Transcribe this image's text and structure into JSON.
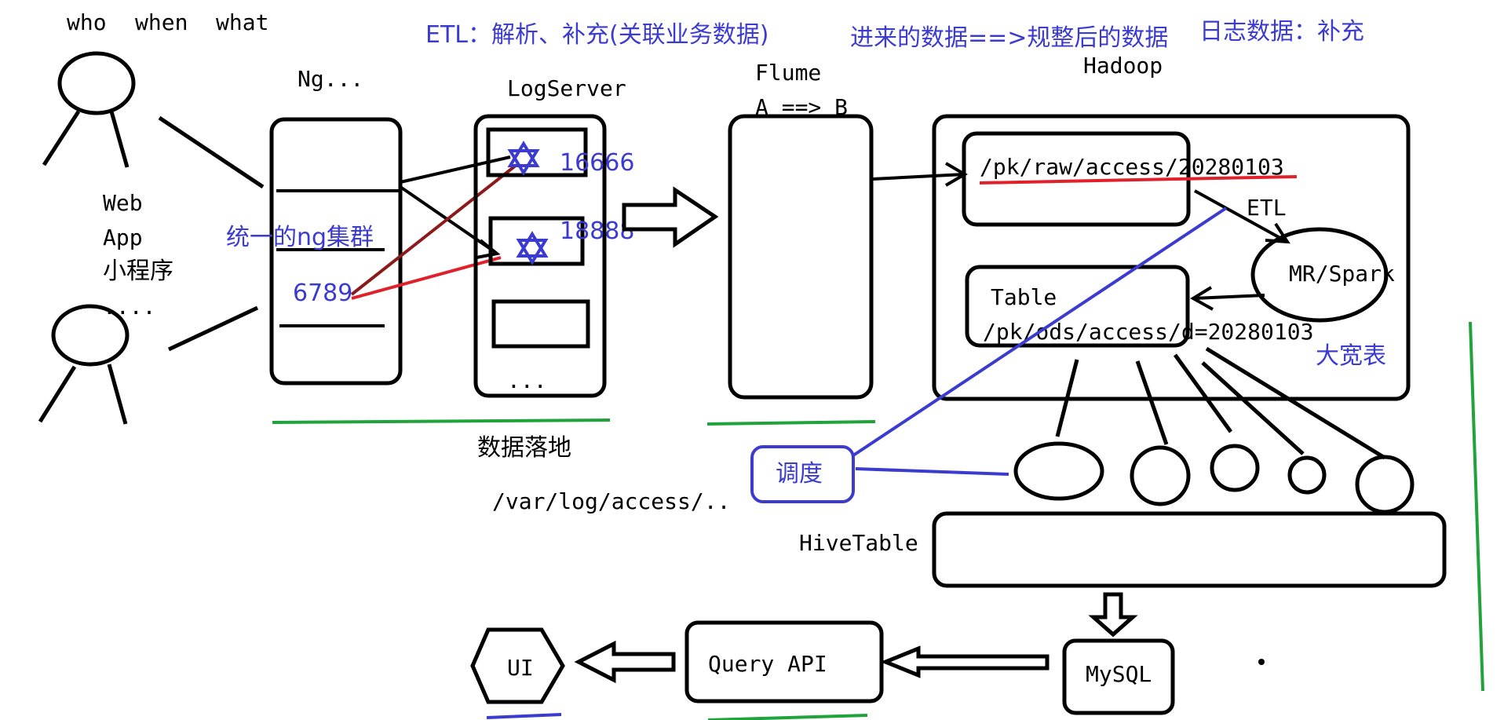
{
  "header": {
    "who": "who",
    "when": "when",
    "what": "what",
    "etl_note": "ETL：解析、补充(关联业务数据)",
    "data_note": "进来的数据==>规整后的数据",
    "log_note": "日志数据：补充"
  },
  "clients": {
    "web": "Web",
    "app": "App",
    "mini": "小程序",
    "more": "...."
  },
  "nginx": {
    "title": "Ng...",
    "cluster_label": "统一的ng集群",
    "port": "6789"
  },
  "logserver": {
    "title": "LogServer",
    "port1": "16666",
    "port2": "18888",
    "more": "...",
    "landing": "数据落地",
    "path": "/var/log/access/.."
  },
  "flume": {
    "title": "Flume",
    "subtitle": "A ==> B"
  },
  "hadoop": {
    "title": "Hadoop",
    "raw_path": "/pk/raw/access/20280103",
    "etl": "ETL",
    "engine": "MR/Spark",
    "table_label": "Table",
    "ods_path": "/pk/ods/access/d=20280103",
    "wide_table": "大宽表"
  },
  "scheduler": "调度",
  "hive": "HiveTable",
  "mysql": "MySQL",
  "query_api": "Query API",
  "ui": "UI",
  "colors": {
    "ink": "#000000",
    "handwriting_blue": "#3b3bd0",
    "underline_green": "#1fa33a",
    "underline_red": "#e0202a",
    "dark_red": "#8b1a1a"
  }
}
